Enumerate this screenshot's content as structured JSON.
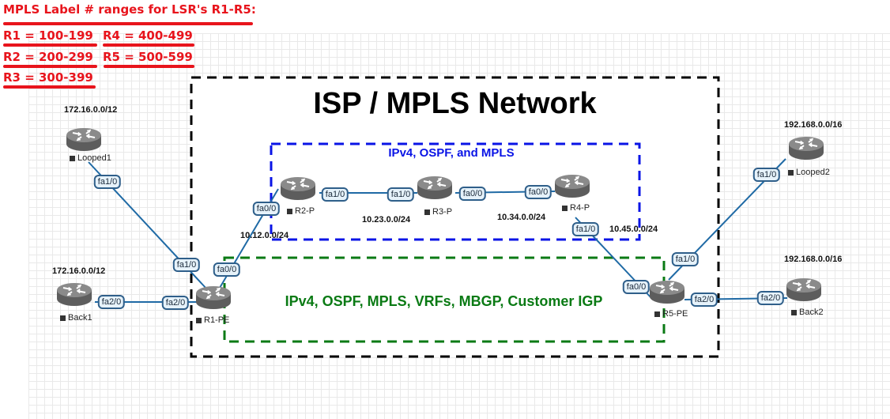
{
  "legend": {
    "title": "MPLS Label # ranges for LSR's R1-R5:",
    "ranges": [
      {
        "router": "R1",
        "text": "R1 = 100-199"
      },
      {
        "router": "R4",
        "text": "R4 = 400-499"
      },
      {
        "router": "R2",
        "text": "R2 = 200-299"
      },
      {
        "router": "R5",
        "text": "R5 = 500-599"
      },
      {
        "router": "R3",
        "text": "R3 = 300-399"
      }
    ]
  },
  "colors": {
    "legend": "#e8141c",
    "isp_border": "#000000",
    "core_border": "#0a14e6",
    "edge_border": "#0a7a14",
    "link": "#1f6aa5"
  },
  "isp_box": {
    "title": "ISP / MPLS Network"
  },
  "core_box": {
    "title": "IPv4, OSPF, and MPLS"
  },
  "edge_box": {
    "title": "IPv4, OSPF, MPLS, VRFs, MBGP, Customer IGP"
  },
  "routers": {
    "looped1": {
      "name": "Looped1",
      "subnet": "172.16.0.0/12"
    },
    "back1": {
      "name": "Back1",
      "subnet": "172.16.0.0/12"
    },
    "r1": {
      "name": "R1-PE"
    },
    "r2": {
      "name": "R2-P"
    },
    "r3": {
      "name": "R3-P"
    },
    "r4": {
      "name": "R4-P"
    },
    "r5": {
      "name": "R5-PE"
    },
    "looped2": {
      "name": "Looped2",
      "subnet": "192.168.0.0/16"
    },
    "back2": {
      "name": "Back2",
      "subnet": "192.168.0.0/16"
    }
  },
  "links": [
    {
      "id": "looped1-r1",
      "a_if": "fa1/0",
      "b_if": "fa1/0"
    },
    {
      "id": "back1-r1",
      "a_if": "fa2/0",
      "b_if": "fa2/0"
    },
    {
      "id": "r1-r2",
      "a_if": "fa0/0",
      "b_if": "fa0/0",
      "subnet": "10.12.0.0/24"
    },
    {
      "id": "r2-r3",
      "a_if": "fa1/0",
      "b_if": "fa1/0",
      "subnet": "10.23.0.0/24"
    },
    {
      "id": "r3-r4",
      "a_if": "fa0/0",
      "b_if": "fa0/0",
      "subnet": "10.34.0.0/24"
    },
    {
      "id": "r4-r5",
      "a_if": "fa1/0",
      "b_if": "fa0/0",
      "subnet": "10.45.0.0/24"
    },
    {
      "id": "r5-looped2",
      "a_if": "fa1/0",
      "b_if": "fa1/0"
    },
    {
      "id": "r5-back2",
      "a_if": "fa2/0",
      "b_if": "fa2/0"
    }
  ]
}
